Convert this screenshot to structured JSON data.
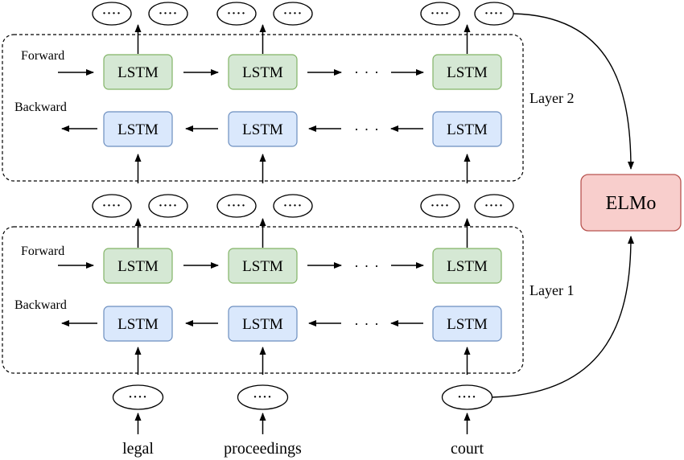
{
  "layers": [
    {
      "label": "Layer 2",
      "forward_label": "Forward",
      "backward_label": "Backward",
      "cell_label": "LSTM",
      "ellipsis": "· · ·"
    },
    {
      "label": "Layer 1",
      "forward_label": "Forward",
      "backward_label": "Backward",
      "cell_label": "LSTM",
      "ellipsis": "· · ·"
    }
  ],
  "tokens": [
    "legal",
    "proceedings",
    "court"
  ],
  "embedding_placeholder": "····",
  "output_placeholder": "····",
  "elmo_label": "ELMo",
  "colors": {
    "forward_fill": "#d5e8d4",
    "forward_stroke": "#82b366",
    "backward_fill": "#dae8fc",
    "backward_stroke": "#6c8ebf",
    "elmo_fill": "#f8cecc",
    "elmo_stroke": "#b85450"
  }
}
